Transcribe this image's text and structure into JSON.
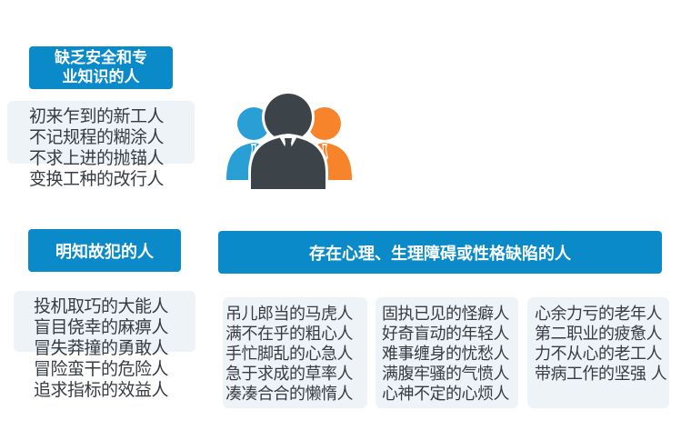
{
  "groups": [
    {
      "title_lines": [
        "缺乏安全和专",
        "业知识的人"
      ],
      "items": [
        "初来乍到的新工人",
        "不记规程的糊涂人",
        "不求上进的抛锚人",
        "变换工种的改行人"
      ]
    },
    {
      "title": "明知故犯的人",
      "items": [
        "投机取巧的大能人",
        "盲目侥幸的麻痹人",
        "冒失莽撞的勇敢人",
        "冒险蛮干的危险人",
        "追求指标的效益人"
      ]
    },
    {
      "title": "存在心理、生理障碍或性格缺陷的人",
      "columns": [
        [
          "吊儿郎当的马虎人",
          "满不在乎的粗心人",
          "手忙脚乱的心急人",
          "急于求成的草率人",
          "凑凑合合的懒惰人"
        ],
        [
          "固执已见的怪癖人",
          "好奇盲动的年轻人",
          "难事缠身的忧愁人",
          "满腹牢骚的气愤人",
          "心神不定的心烦人"
        ],
        [
          "心余力亏的老年人",
          "第二职业的疲惫人",
          "力不从心的老工人",
          "带病工作的坚强 人"
        ]
      ]
    }
  ],
  "icon": {
    "name": "people-group-icon",
    "colors": {
      "left": "#2a9fd6",
      "center": "#3d4449",
      "right": "#f7832a"
    }
  },
  "colors": {
    "header_bg": "#0a8ac8",
    "panel_bg": "#eef3f8",
    "text": "#363c42"
  }
}
